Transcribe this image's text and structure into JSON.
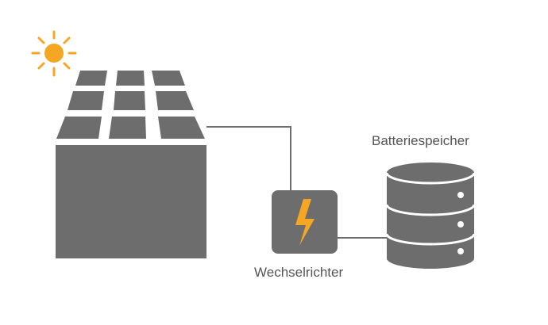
{
  "labels": {
    "battery": "Batteriespeicher",
    "inverter": "Wechselrichter"
  },
  "icons": {
    "sun": "sun-icon",
    "solar_panel": "solar-panel-icon",
    "house": "house-block",
    "inverter": "lightning-bolt-icon",
    "battery": "database-stack-icon"
  },
  "colors": {
    "gray": "#6d6d6d",
    "accent": "#f5a623",
    "line": "#6d6d6d",
    "text": "#555555"
  }
}
